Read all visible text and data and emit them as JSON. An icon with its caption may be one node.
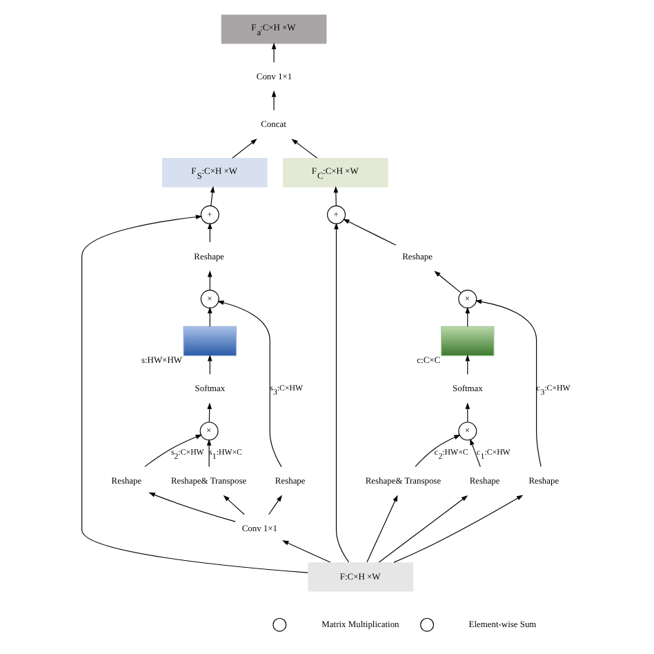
{
  "diagram": {
    "nodes": [
      {
        "text": [
          "F$_{a}$:C×H ×W"
        ]
      },
      {
        "text": [
          "Conv 1×1"
        ]
      },
      {
        "text": [
          "Concat"
        ]
      },
      {
        "text": [
          "F$_{S}$:C×H ×W"
        ]
      },
      {
        "text": [
          "F$_{C}$:C×H ×W"
        ]
      },
      {
        "text": [
          "+"
        ]
      },
      {
        "text": [
          "+"
        ]
      },
      {
        "text": [
          "Reshape"
        ]
      },
      {
        "text": [
          "Reshape"
        ]
      },
      {
        "text": [
          "×"
        ]
      },
      {
        "text": [
          "×"
        ]
      },
      {
        "text": [],
        "shape": "box",
        "beside": [
          "s:HW×HW"
        ]
      },
      {
        "text": [],
        "shape": "box",
        "beside": [
          "c:C×C"
        ]
      },
      {
        "text": [
          "Softmax"
        ]
      },
      {
        "text": [
          "Softmax"
        ]
      },
      {
        "text": [
          "×"
        ]
      },
      {
        "text": [
          "×"
        ]
      },
      {
        "text": [
          "Reshape"
        ]
      },
      {
        "text": [
          "Reshape"
        ]
      },
      {
        "text": [
          "Reshape& Transpose"
        ]
      },
      {
        "text": [
          "Reshape& Transpose"
        ]
      },
      {
        "text": [
          "Reshape"
        ]
      },
      {
        "text": [
          "Reshape"
        ]
      },
      {
        "text": [
          "Conv 1×1"
        ]
      },
      {
        "text": [
          "F:C×H ×W"
        ]
      }
    ],
    "edges": [
      {
        "from": 1,
        "to": 0,
        "arrow": "to"
      },
      {
        "from": 2,
        "to": 1,
        "arrow": "to"
      },
      {
        "from": 3,
        "to": 2,
        "arrow": "to"
      },
      {
        "from": 4,
        "to": 2,
        "arrow": "to"
      },
      {
        "from": 5,
        "to": 3,
        "arrow": "to"
      },
      {
        "from": 6,
        "to": 4,
        "arrow": "to"
      },
      {
        "from": 7,
        "to": 5,
        "arrow": "to"
      },
      {
        "from": 8,
        "to": 6,
        "arrow": "to"
      },
      {
        "from": 9,
        "to": 7,
        "arrow": "to"
      },
      {
        "from": 10,
        "to": 8,
        "arrow": "to"
      },
      {
        "from": 11,
        "to": 9,
        "arrow": "to"
      },
      {
        "from": 12,
        "to": 10,
        "arrow": "to"
      },
      {
        "from": 13,
        "to": 11,
        "arrow": "to"
      },
      {
        "from": 14,
        "to": 12,
        "arrow": "to"
      },
      {
        "from": 15,
        "to": 13,
        "arrow": "to"
      },
      {
        "from": 16,
        "to": 14,
        "arrow": "to"
      },
      {
        "from": 17,
        "to": 9,
        "arrow": "to",
        "label": "s$_{3}$:C×HW"
      },
      {
        "from": 18,
        "to": 15,
        "arrow": "to",
        "label": "s$_{2}$:C×HW"
      },
      {
        "from": 19,
        "to": 15,
        "arrow": "to",
        "label": "s$_{1}$:HW×C"
      },
      {
        "from": 20,
        "to": 16,
        "arrow": "to",
        "label": "c$_{2}$:HW×C"
      },
      {
        "from": 21,
        "to": 16,
        "arrow": "to",
        "label": "c$_{1}$:C×HW"
      },
      {
        "from": 22,
        "to": 10,
        "arrow": "to",
        "label": "c$_{3}$:C×HW"
      },
      {
        "from": 23,
        "to": 17,
        "arrow": "to"
      },
      {
        "from": 23,
        "to": 18,
        "arrow": "to"
      },
      {
        "from": 23,
        "to": 19,
        "arrow": "to"
      },
      {
        "from": 24,
        "to": 23,
        "arrow": "to"
      },
      {
        "from": 24,
        "to": 20,
        "arrow": "to"
      },
      {
        "from": 24,
        "to": 21,
        "arrow": "to"
      },
      {
        "from": 24,
        "to": 22,
        "arrow": "to"
      },
      {
        "from": 24,
        "to": 5,
        "arrow": "to"
      },
      {
        "from": 24,
        "to": 6,
        "arrow": "to"
      }
    ],
    "legend": [
      {
        "text": "Matrix Multiplication"
      },
      {
        "text": "Element-wise Sum"
      }
    ]
  }
}
